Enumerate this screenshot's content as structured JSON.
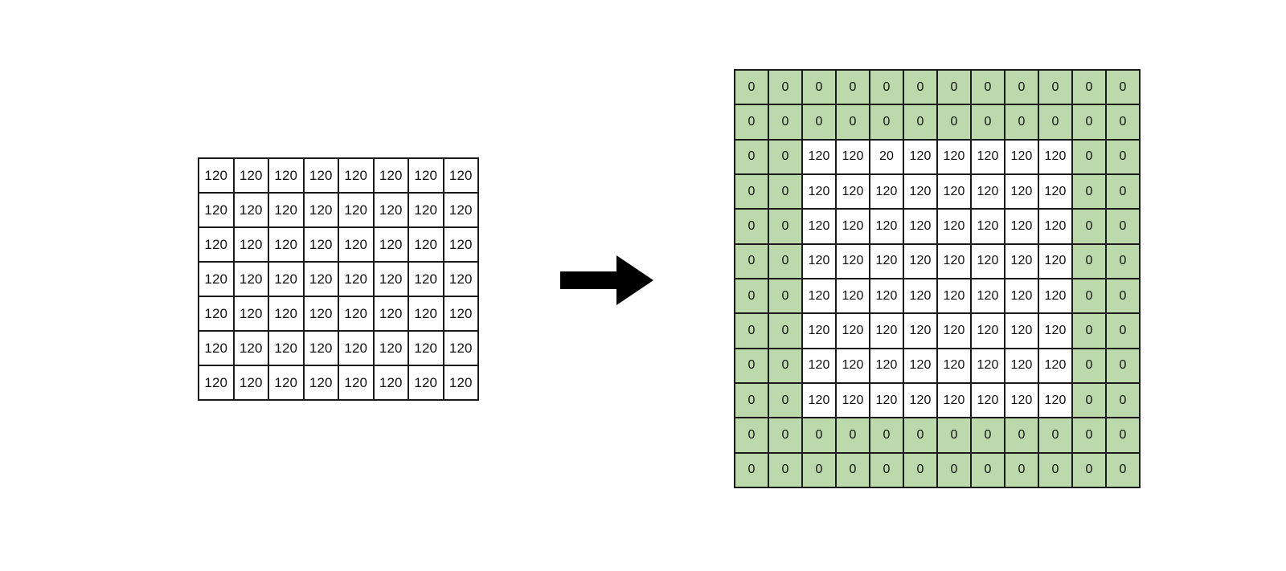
{
  "diagram": {
    "title": "zero-padding-transformation",
    "colors": {
      "pad_fill": "#bcd9ac",
      "cell_fill": "#ffffff",
      "border": "#1a1a1a",
      "text": "#111111",
      "arrow": "#000000",
      "background": "#ffffff"
    },
    "arrow": {
      "icon": "arrow-right-icon",
      "direction": "right"
    }
  },
  "input_grid": {
    "name": "input-matrix",
    "rows": 7,
    "cols": 8,
    "values": [
      [
        "120",
        "120",
        "120",
        "120",
        "120",
        "120",
        "120",
        "120"
      ],
      [
        "120",
        "120",
        "120",
        "120",
        "120",
        "120",
        "120",
        "120"
      ],
      [
        "120",
        "120",
        "120",
        "120",
        "120",
        "120",
        "120",
        "120"
      ],
      [
        "120",
        "120",
        "120",
        "120",
        "120",
        "120",
        "120",
        "120"
      ],
      [
        "120",
        "120",
        "120",
        "120",
        "120",
        "120",
        "120",
        "120"
      ],
      [
        "120",
        "120",
        "120",
        "120",
        "120",
        "120",
        "120",
        "120"
      ],
      [
        "120",
        "120",
        "120",
        "120",
        "120",
        "120",
        "120",
        "120"
      ]
    ],
    "pad_flags": [
      [
        false,
        false,
        false,
        false,
        false,
        false,
        false,
        false
      ],
      [
        false,
        false,
        false,
        false,
        false,
        false,
        false,
        false
      ],
      [
        false,
        false,
        false,
        false,
        false,
        false,
        false,
        false
      ],
      [
        false,
        false,
        false,
        false,
        false,
        false,
        false,
        false
      ],
      [
        false,
        false,
        false,
        false,
        false,
        false,
        false,
        false
      ],
      [
        false,
        false,
        false,
        false,
        false,
        false,
        false,
        false
      ],
      [
        false,
        false,
        false,
        false,
        false,
        false,
        false,
        false
      ]
    ]
  },
  "output_grid": {
    "name": "zero-padded-matrix",
    "rows": 12,
    "cols": 12,
    "pad_width": 2,
    "pad_value": "0",
    "values": [
      [
        "0",
        "0",
        "0",
        "0",
        "0",
        "0",
        "0",
        "0",
        "0",
        "0",
        "0",
        "0"
      ],
      [
        "0",
        "0",
        "0",
        "0",
        "0",
        "0",
        "0",
        "0",
        "0",
        "0",
        "0",
        "0"
      ],
      [
        "0",
        "0",
        "120",
        "120",
        "20",
        "120",
        "120",
        "120",
        "120",
        "120",
        "0",
        "0"
      ],
      [
        "0",
        "0",
        "120",
        "120",
        "120",
        "120",
        "120",
        "120",
        "120",
        "120",
        "0",
        "0"
      ],
      [
        "0",
        "0",
        "120",
        "120",
        "120",
        "120",
        "120",
        "120",
        "120",
        "120",
        "0",
        "0"
      ],
      [
        "0",
        "0",
        "120",
        "120",
        "120",
        "120",
        "120",
        "120",
        "120",
        "120",
        "0",
        "0"
      ],
      [
        "0",
        "0",
        "120",
        "120",
        "120",
        "120",
        "120",
        "120",
        "120",
        "120",
        "0",
        "0"
      ],
      [
        "0",
        "0",
        "120",
        "120",
        "120",
        "120",
        "120",
        "120",
        "120",
        "120",
        "0",
        "0"
      ],
      [
        "0",
        "0",
        "120",
        "120",
        "120",
        "120",
        "120",
        "120",
        "120",
        "120",
        "0",
        "0"
      ],
      [
        "0",
        "0",
        "120",
        "120",
        "120",
        "120",
        "120",
        "120",
        "120",
        "120",
        "0",
        "0"
      ],
      [
        "0",
        "0",
        "0",
        "0",
        "0",
        "0",
        "0",
        "0",
        "0",
        "0",
        "0",
        "0"
      ],
      [
        "0",
        "0",
        "0",
        "0",
        "0",
        "0",
        "0",
        "0",
        "0",
        "0",
        "0",
        "0"
      ]
    ],
    "pad_flags": [
      [
        true,
        true,
        true,
        true,
        true,
        true,
        true,
        true,
        true,
        true,
        true,
        true
      ],
      [
        true,
        true,
        true,
        true,
        true,
        true,
        true,
        true,
        true,
        true,
        true,
        true
      ],
      [
        true,
        true,
        false,
        false,
        false,
        false,
        false,
        false,
        false,
        false,
        true,
        true
      ],
      [
        true,
        true,
        false,
        false,
        false,
        false,
        false,
        false,
        false,
        false,
        true,
        true
      ],
      [
        true,
        true,
        false,
        false,
        false,
        false,
        false,
        false,
        false,
        false,
        true,
        true
      ],
      [
        true,
        true,
        false,
        false,
        false,
        false,
        false,
        false,
        false,
        false,
        true,
        true
      ],
      [
        true,
        true,
        false,
        false,
        false,
        false,
        false,
        false,
        false,
        false,
        true,
        true
      ],
      [
        true,
        true,
        false,
        false,
        false,
        false,
        false,
        false,
        false,
        false,
        true,
        true
      ],
      [
        true,
        true,
        false,
        false,
        false,
        false,
        false,
        false,
        false,
        false,
        true,
        true
      ],
      [
        true,
        true,
        false,
        false,
        false,
        false,
        false,
        false,
        false,
        false,
        true,
        true
      ],
      [
        true,
        true,
        true,
        true,
        true,
        true,
        true,
        true,
        true,
        true,
        true,
        true
      ],
      [
        true,
        true,
        true,
        true,
        true,
        true,
        true,
        true,
        true,
        true,
        true,
        true
      ]
    ]
  }
}
